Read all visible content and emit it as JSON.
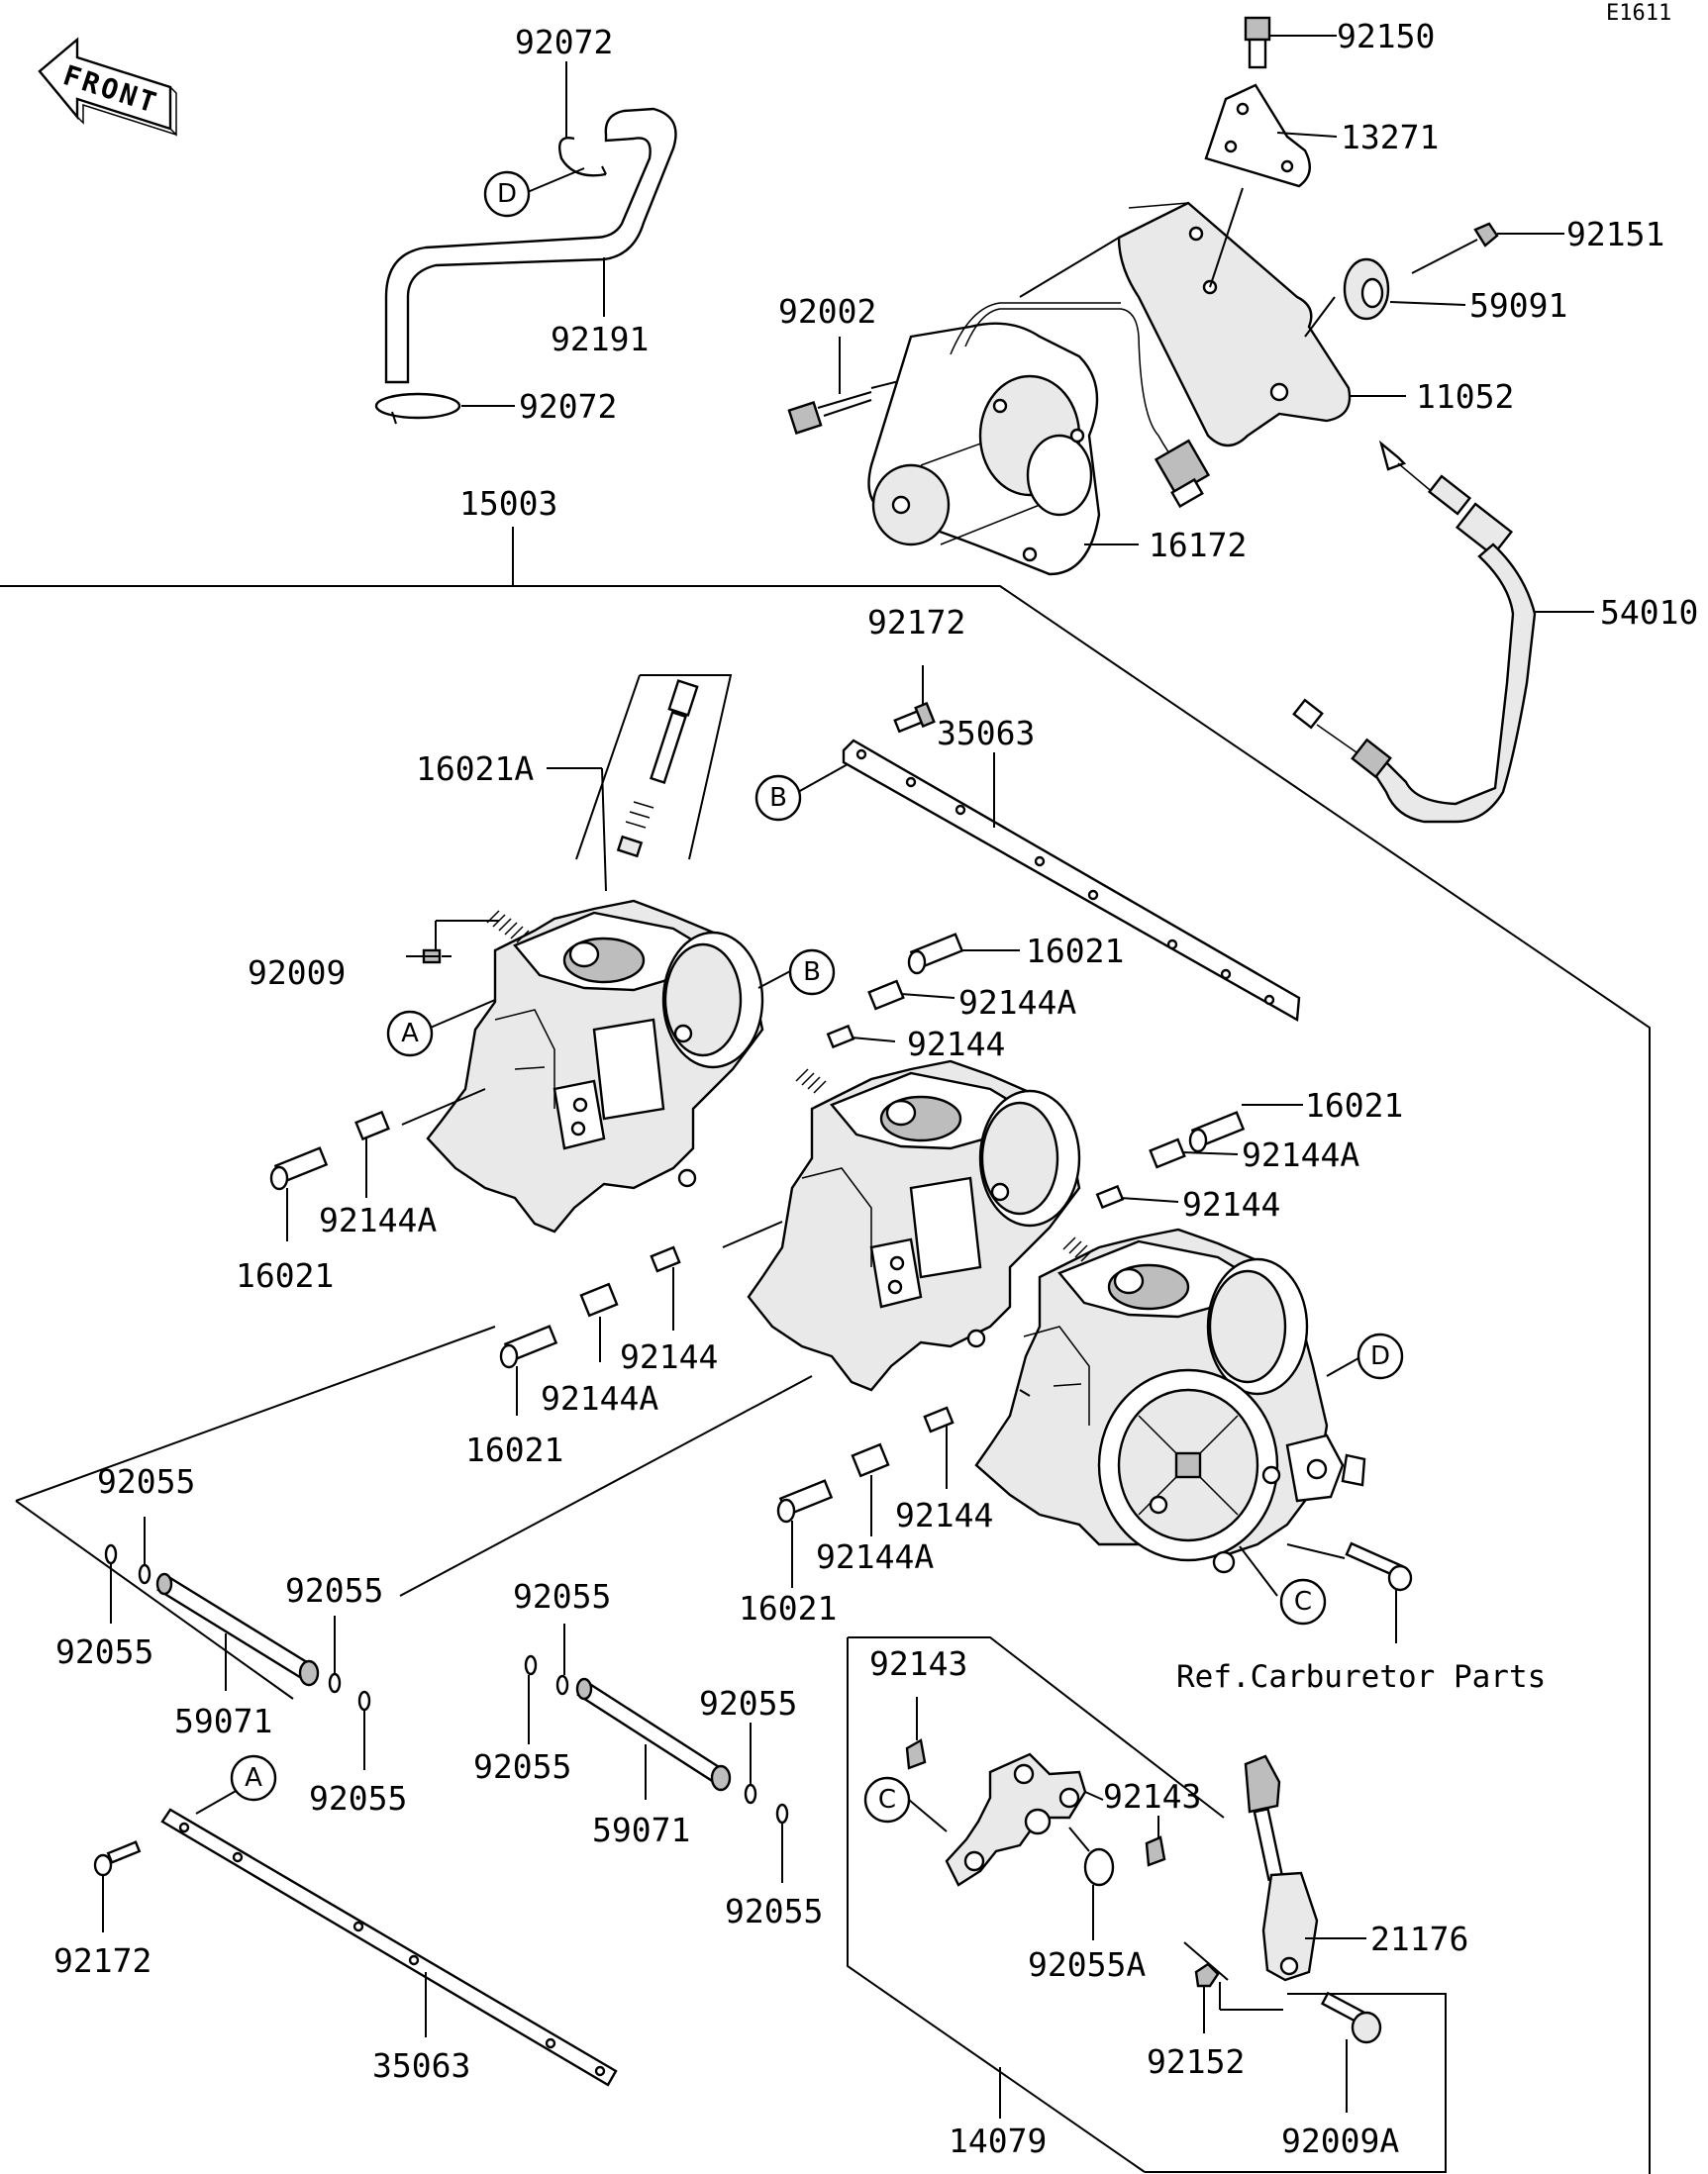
{
  "diagram_code": "E1611",
  "front_label": "FRONT",
  "reference_note": "Ref.Carburetor Parts",
  "parts": [
    {
      "key": "p92150",
      "number": "92150"
    },
    {
      "key": "p13271",
      "number": "13271"
    },
    {
      "key": "p92151",
      "number": "92151"
    },
    {
      "key": "p59091",
      "number": "59091"
    },
    {
      "key": "p11052",
      "number": "11052"
    },
    {
      "key": "p92002",
      "number": "92002"
    },
    {
      "key": "p16172",
      "number": "16172"
    },
    {
      "key": "p54010",
      "number": "54010"
    },
    {
      "key": "p92072a",
      "number": "92072"
    },
    {
      "key": "p92072b",
      "number": "92072"
    },
    {
      "key": "p92191",
      "number": "92191"
    },
    {
      "key": "p15003",
      "number": "15003"
    },
    {
      "key": "p92172a",
      "number": "92172"
    },
    {
      "key": "p35063a",
      "number": "35063"
    },
    {
      "key": "p16021A",
      "number": "16021A"
    },
    {
      "key": "p92009",
      "number": "92009"
    },
    {
      "key": "p16021_1",
      "number": "16021"
    },
    {
      "key": "p92144A_1",
      "number": "92144A"
    },
    {
      "key": "p92144_1",
      "number": "92144"
    },
    {
      "key": "p16021_2",
      "number": "16021"
    },
    {
      "key": "p92144A_2",
      "number": "92144A"
    },
    {
      "key": "p92144_2",
      "number": "92144"
    },
    {
      "key": "p92144A_3",
      "number": "92144A"
    },
    {
      "key": "p16021_3",
      "number": "16021"
    },
    {
      "key": "p92144_3",
      "number": "92144"
    },
    {
      "key": "p92144A_4",
      "number": "92144A"
    },
    {
      "key": "p16021_4",
      "number": "16021"
    },
    {
      "key": "p92144_4",
      "number": "92144"
    },
    {
      "key": "p92144A_5",
      "number": "92144A"
    },
    {
      "key": "p16021_5",
      "number": "16021"
    },
    {
      "key": "p92055_1",
      "number": "92055"
    },
    {
      "key": "p92055_2",
      "number": "92055"
    },
    {
      "key": "p59071_1",
      "number": "59071"
    },
    {
      "key": "p92055_3",
      "number": "92055"
    },
    {
      "key": "p92055_4",
      "number": "92055"
    },
    {
      "key": "p92055_5",
      "number": "92055"
    },
    {
      "key": "p92055_6",
      "number": "92055"
    },
    {
      "key": "p92055_7",
      "number": "92055"
    },
    {
      "key": "p59071_2",
      "number": "59071"
    },
    {
      "key": "p92055_8",
      "number": "92055"
    },
    {
      "key": "p92172b",
      "number": "92172"
    },
    {
      "key": "p35063b",
      "number": "35063"
    },
    {
      "key": "p92143_1",
      "number": "92143"
    },
    {
      "key": "p92143_2",
      "number": "92143"
    },
    {
      "key": "p92055A",
      "number": "92055A"
    },
    {
      "key": "p21176",
      "number": "21176"
    },
    {
      "key": "p92152",
      "number": "92152"
    },
    {
      "key": "p92009A",
      "number": "92009A"
    },
    {
      "key": "p14079",
      "number": "14079"
    }
  ],
  "callouts": [
    "A",
    "B",
    "C",
    "D"
  ]
}
